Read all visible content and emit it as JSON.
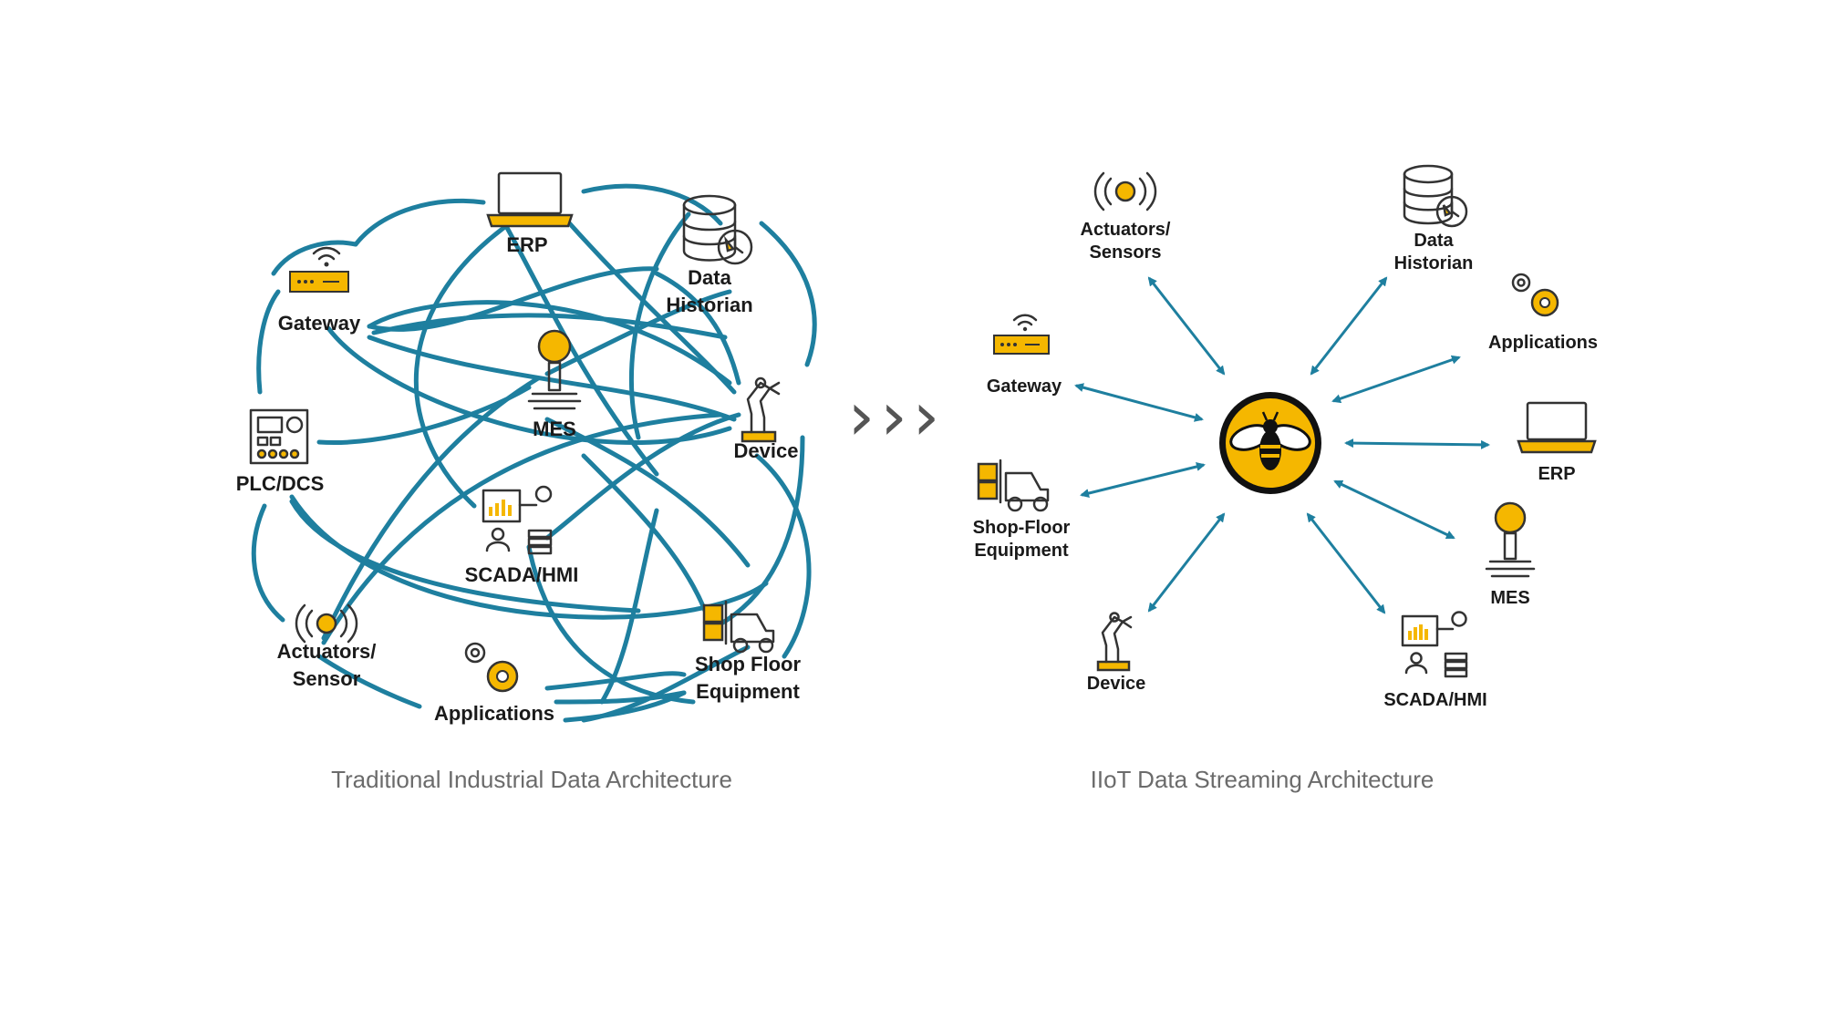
{
  "left": {
    "caption": "Traditional Industrial Data Architecture",
    "nodes": {
      "erp": "ERP",
      "historian": [
        "Data",
        "Historian"
      ],
      "gateway": "Gateway",
      "mes": "MES",
      "device": "Device",
      "plc": "PLC/DCS",
      "scada": "SCADA/HMI",
      "actuators": [
        "Actuators/",
        "Sensor"
      ],
      "applications": "Applications",
      "shopfloor": [
        "Shop Floor",
        "Equipment"
      ]
    }
  },
  "right": {
    "caption": "IIoT Data Streaming Architecture",
    "nodes": {
      "actuators": [
        "Actuators/",
        "Sensors"
      ],
      "historian": [
        "Data",
        "Historian"
      ],
      "applications": "Applications",
      "gateway": "Gateway",
      "erp": "ERP",
      "shopfloor": [
        "Shop-Floor",
        "Equipment"
      ],
      "mes": "MES",
      "device": "Device",
      "scada": "SCADA/HMI"
    }
  },
  "transition_arrows": "›››",
  "colors": {
    "accent": "#f5b700",
    "line": "#1e7f9f",
    "text": "#1a1a1a",
    "caption": "#6b6b6b"
  },
  "icons": [
    "laptop-icon",
    "database-clock-icon",
    "wifi-router-icon",
    "joystick-icon",
    "robot-arm-icon",
    "control-panel-icon",
    "scada-dashboard-icon",
    "sensor-waves-icon",
    "gears-icon",
    "forklift-icon",
    "bee-hub-icon"
  ]
}
